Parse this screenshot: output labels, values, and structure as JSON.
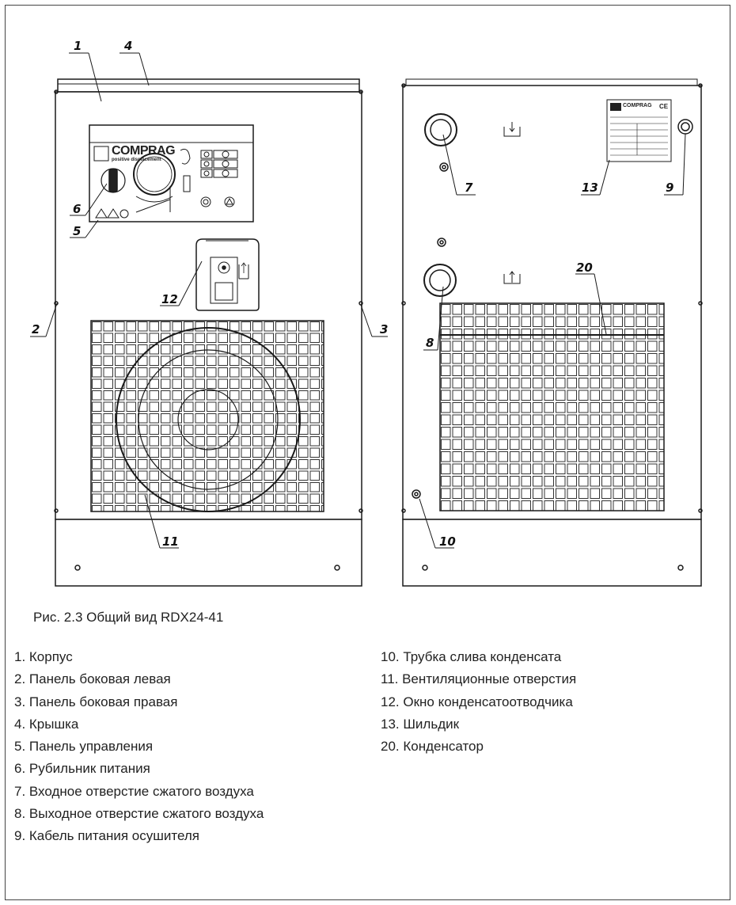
{
  "callouts": {
    "c1": "1",
    "c4": "4",
    "c6": "6",
    "c5": "5",
    "c12": "12",
    "c2": "2",
    "c3": "3",
    "c11": "11",
    "c7": "7",
    "c13": "13",
    "c9": "9",
    "c20": "20",
    "c8": "8",
    "c10": "10"
  },
  "logo": {
    "brand": "COMPRAG",
    "tagline": "positive displacement"
  },
  "nameplate": {
    "brand": "COMPRAG",
    "ce_mark": "CE"
  },
  "caption": "Рис. 2.3  Общий вид RDX24-41",
  "legend": {
    "left": [
      "1. Корпус",
      "2. Панель боковая левая",
      "3. Панель боковая правая",
      "4. Крышка",
      "5. Панель управления",
      "6. Рубильник питания",
      "7. Входное отверстие сжатого воздуха",
      "8. Выходное отверстие сжатого воздуха",
      "9. Кабель питания осушителя"
    ],
    "right": [
      "10. Трубка слива конденсата",
      "11. Вентиляционные отверстия",
      "12. Окно конденсатоотводчика",
      "13. Шильдик",
      "20. Конденсатор"
    ]
  },
  "colors": {
    "line": "#1a1a1a",
    "grid": "#333333",
    "text": "#222222"
  }
}
